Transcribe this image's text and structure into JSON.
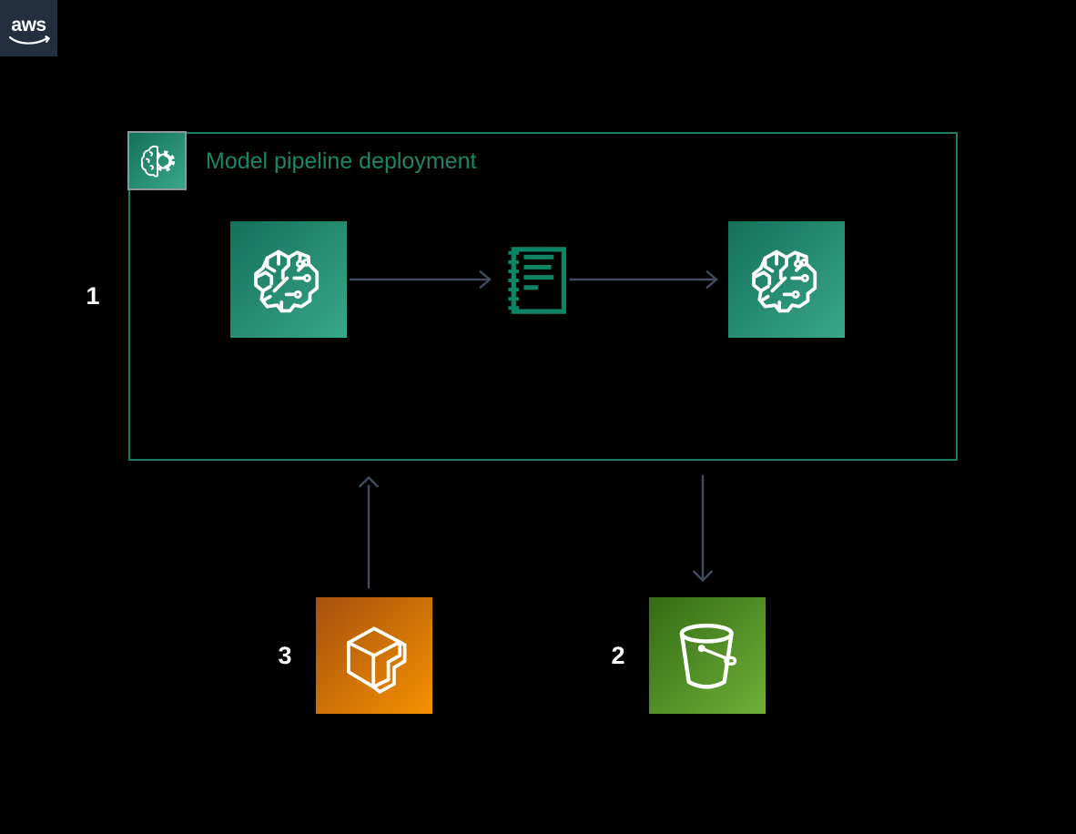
{
  "aws_logo": {
    "text": "aws"
  },
  "group": {
    "title": "Model pipeline deployment"
  },
  "steps": {
    "one": "1",
    "two": "2",
    "three": "3"
  },
  "icons": {
    "group_header": "sagemaker-brain-gear-icon",
    "pipeline_left": "sagemaker-brain-circuit-icon",
    "pipeline_middle": "notebook-icon",
    "pipeline_right": "sagemaker-brain-circuit-icon",
    "bottom_left": "container-registry-cube-icon",
    "bottom_right": "s3-bucket-icon"
  },
  "colors": {
    "background": "#000000",
    "aws_logo_bg": "#232F3E",
    "aws_logo_text": "#FFFFFF",
    "group_border": "#1A7C62",
    "group_title": "#1C8568",
    "header_tile_border": "#8E979E",
    "arrow": "#414C60",
    "ml_grad_a": "#14705A",
    "ml_grad_b": "#38A78A",
    "orange_grad_a": "#A6500E",
    "orange_grad_b": "#F59100",
    "green_grad_a": "#336C13",
    "green_grad_b": "#6FAF38",
    "notebook_stroke": "#0D8466",
    "icon_stroke": "#FFFFFF",
    "step_label": "#FFFFFF"
  }
}
